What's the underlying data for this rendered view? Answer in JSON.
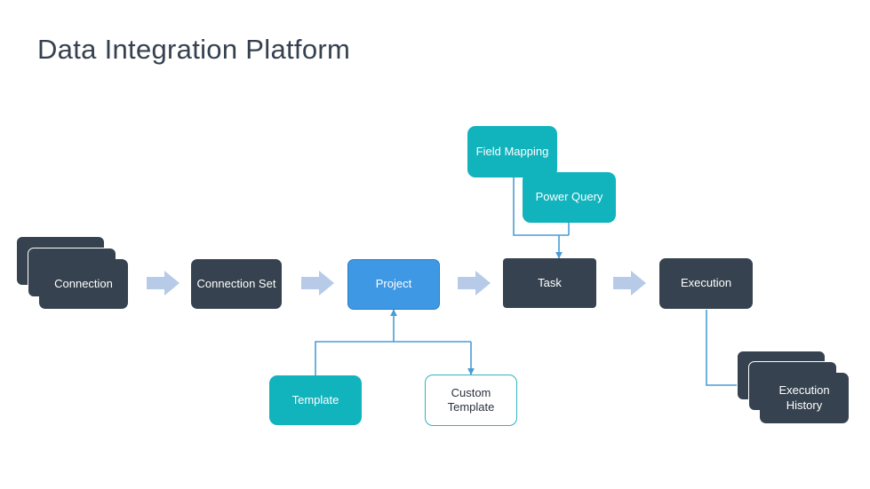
{
  "page": {
    "title": "Data Integration Platform",
    "background": "#ffffff"
  },
  "colors": {
    "title_text": "#364150",
    "dark_node": "#36424f",
    "teal_node": "#11b3bd",
    "blue_node": "#3f98e3",
    "blue_node_border": "#2a7fc4",
    "outline_node_border": "#2fb4bd",
    "outline_node_text": "#2b333d",
    "connector_line": "#4a9cd6",
    "block_arrow": "#b7cbe8"
  },
  "diagram": {
    "nodes": [
      {
        "id": "connection",
        "label": "Connection",
        "style": "dark-stack"
      },
      {
        "id": "connection-set",
        "label": "Connection Set",
        "style": "dark"
      },
      {
        "id": "project",
        "label": "Project",
        "style": "blue"
      },
      {
        "id": "task",
        "label": "Task",
        "style": "dark"
      },
      {
        "id": "execution",
        "label": "Execution",
        "style": "dark"
      },
      {
        "id": "field-mapping",
        "label": "Field Mapping",
        "style": "teal"
      },
      {
        "id": "power-query",
        "label": "Power Query",
        "style": "teal"
      },
      {
        "id": "template",
        "label": "Template",
        "style": "teal"
      },
      {
        "id": "custom-template",
        "label": "Custom Template",
        "style": "outline"
      },
      {
        "id": "execution-history",
        "label": "Execution History",
        "style": "dark-stack"
      }
    ],
    "block_arrows": [
      {
        "from": "connection",
        "to": "connection-set"
      },
      {
        "from": "connection-set",
        "to": "project"
      },
      {
        "from": "project",
        "to": "task"
      },
      {
        "from": "task",
        "to": "execution"
      }
    ],
    "connectors": [
      {
        "from": "field-mapping",
        "to": "task",
        "arrow": true
      },
      {
        "from": "power-query",
        "to": "task",
        "arrow": true
      },
      {
        "from": "template",
        "to": "project",
        "arrow": true
      },
      {
        "from": "project",
        "to": "custom-template",
        "arrow": true
      },
      {
        "from": "execution",
        "to": "execution-history",
        "arrow": true
      }
    ]
  }
}
